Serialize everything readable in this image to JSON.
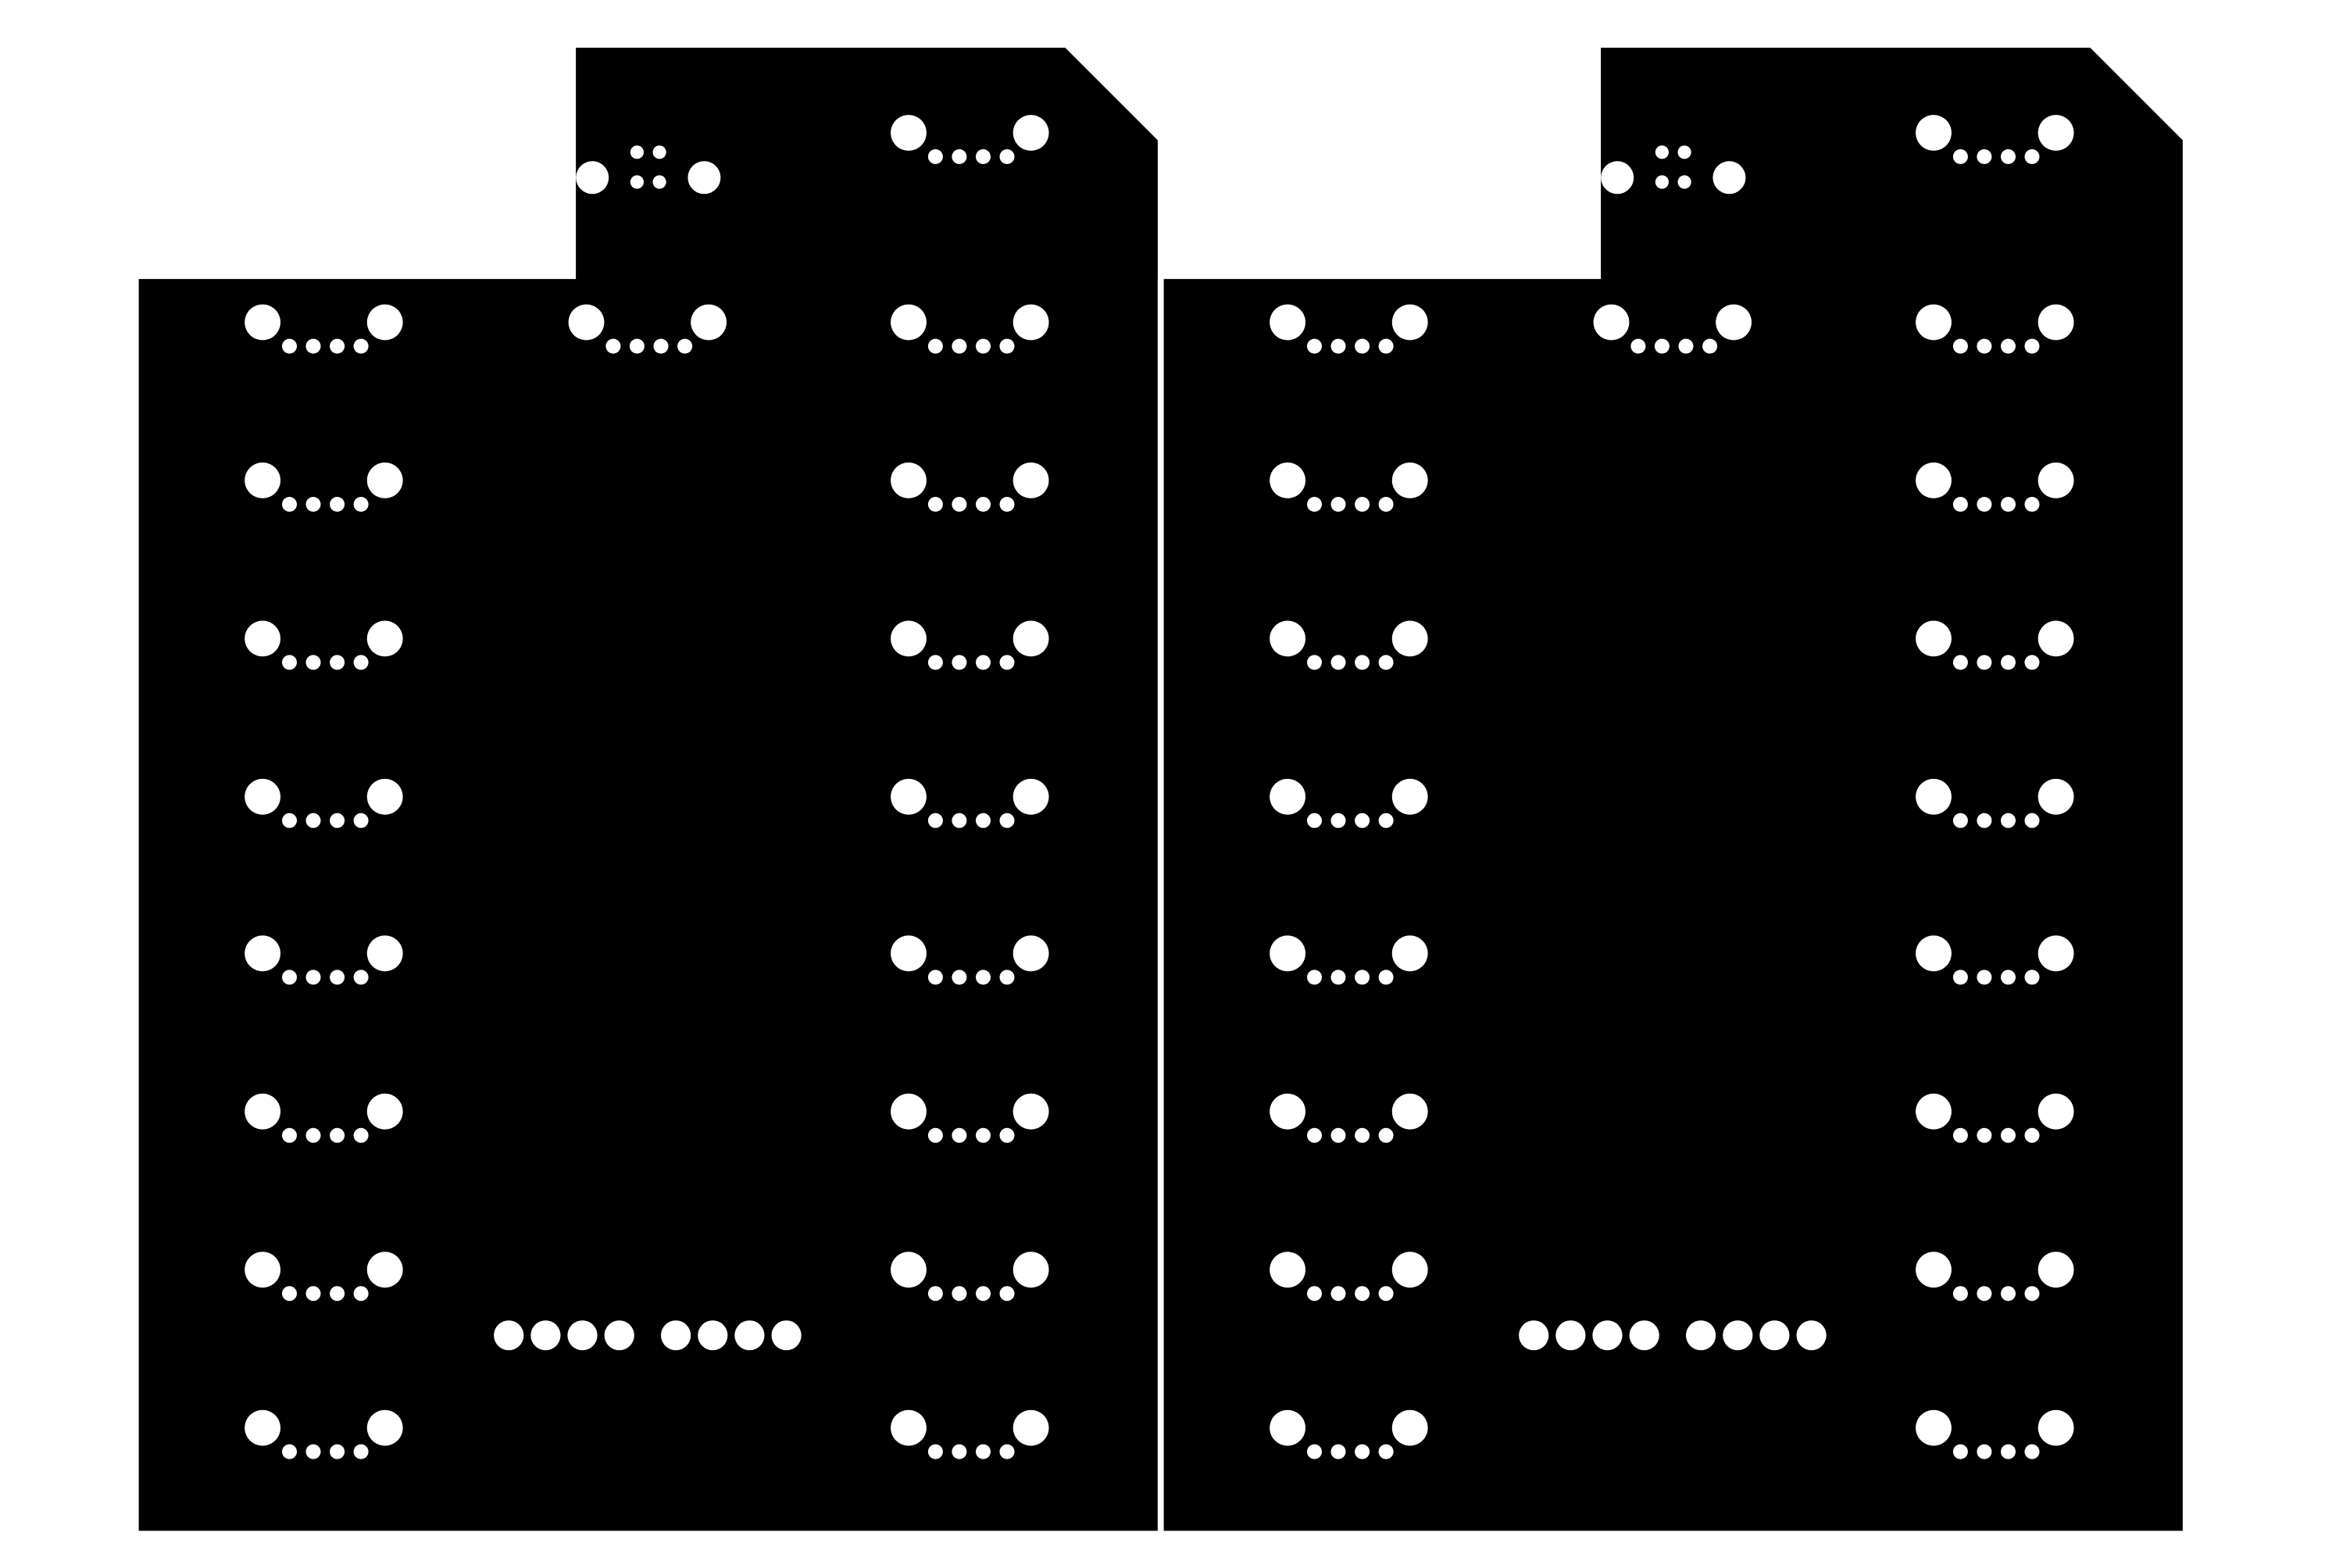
{
  "colors": {
    "background": "#ffffff",
    "board": "#000000",
    "hole": "#ffffff",
    "seam": "#ffffff"
  },
  "boards": [
    {
      "name": "left-board"
    },
    {
      "name": "right-board"
    }
  ],
  "pattern": {
    "switch_rows_side_columns": 8,
    "switch_rows_right_column": 9,
    "top_middle_footprints": 1,
    "bottom_pin_headers": 2,
    "pins_per_header": 4,
    "small_pins_per_footprint": 4
  }
}
